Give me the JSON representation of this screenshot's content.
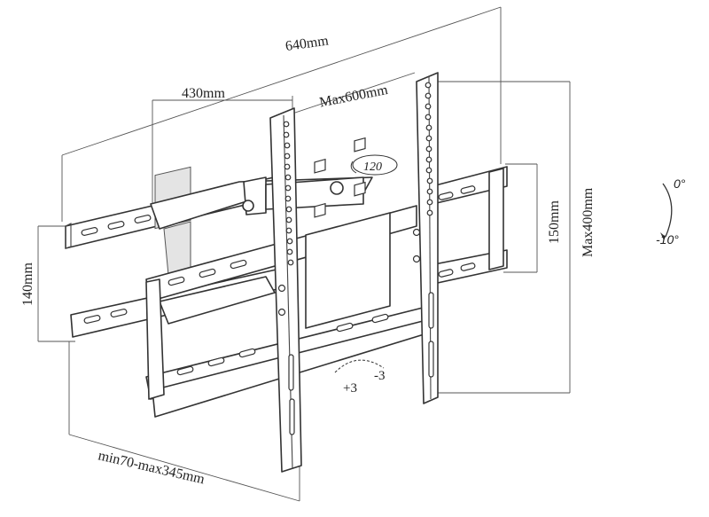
{
  "labels": {
    "width_640": "640mm",
    "width_430": "430mm",
    "max_600": "Max600mm",
    "swivel_120": "120",
    "height_150": "150mm",
    "max_400": "Max400mm",
    "height_140": "140mm",
    "extension": "min70-max345mm",
    "tilt_plus": "+3",
    "tilt_minus": "-3",
    "tilt_0": "0°",
    "tilt_neg10": "-10°"
  }
}
